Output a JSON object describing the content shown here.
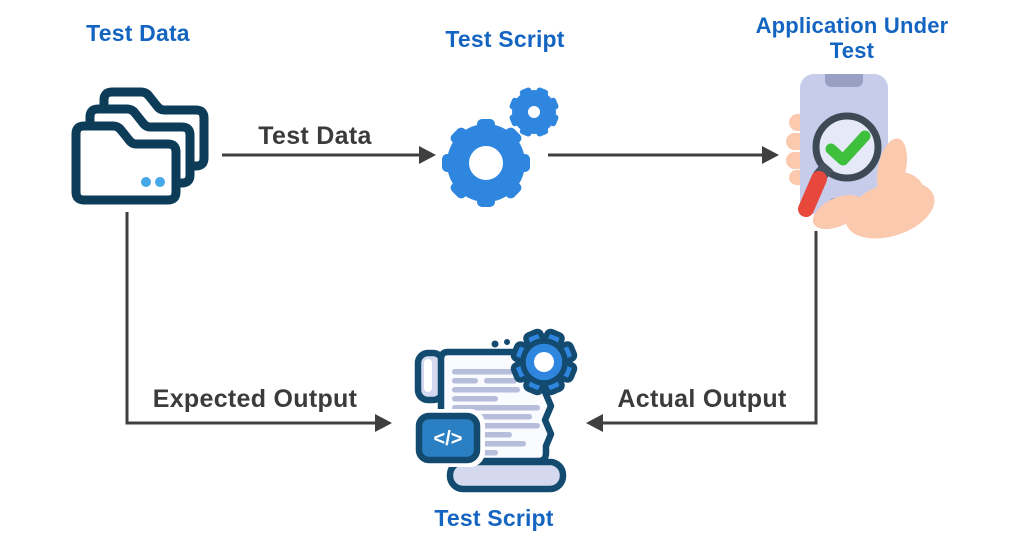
{
  "nodes": {
    "test_data": {
      "title": "Test Data"
    },
    "test_script_top": {
      "title": "Test Script"
    },
    "application_under_test": {
      "title": "Application Under Test"
    },
    "test_script_bottom": {
      "title": "Test Script"
    }
  },
  "edges": {
    "test_data_to_test_script": {
      "label": "Test Data"
    },
    "test_script_to_application": {
      "label": ""
    },
    "test_data_to_result_script": {
      "label": "Expected Output"
    },
    "application_to_result_script": {
      "label": "Actual Output"
    }
  },
  "icons": {
    "test_data": "stacked-folders-icon",
    "test_script_top": "double-gears-icon",
    "application_under_test": "hand-holding-phone-with-magnifier-check-icon",
    "test_script_bottom": "code-scroll-with-gear-icon",
    "code_glyph": "</>"
  },
  "colors": {
    "heading_blue": "#1465c1",
    "edge_label_gray": "#3b3b3b",
    "arrow_gray": "#3f3f3f",
    "folder_navy": "#0d3c59",
    "folder_dot_blue": "#44a7e8",
    "gear_blue": "#2e86de",
    "scroll_outline_navy": "#134b70",
    "paper_white": "#fafbff",
    "paper_line_lavender": "#b7bedb",
    "roll_lavender": "#d5d9f0",
    "badge_blue": "#2b7fc3",
    "phone_lavender": "#c6cce9",
    "phone_detail": "#98a1c4",
    "hand_peach": "#fbc9ae",
    "magnifier_ring": "#3d4a56",
    "magnifier_joint": "#47525e",
    "magnifier_glass": "#e7ecf8",
    "check_green": "#3ec03c",
    "handle_red": "#e8473c"
  }
}
